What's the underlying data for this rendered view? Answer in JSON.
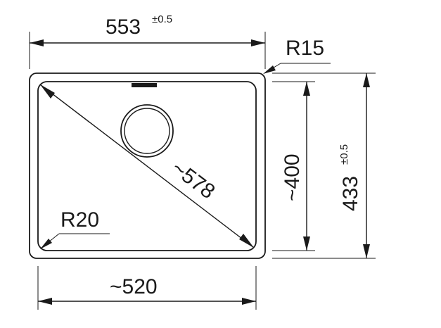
{
  "colors": {
    "line": "#1a1a1a",
    "background": "#ffffff"
  },
  "dimensions": {
    "outer_width": {
      "value": "553",
      "tolerance": "±0.5"
    },
    "outer_height": {
      "value": "433",
      "tolerance": "±0.5"
    },
    "inner_width": {
      "label": "~520"
    },
    "inner_height": {
      "label": "~400"
    },
    "diagonal": {
      "label": "~578"
    },
    "outer_radius": {
      "label": "R15"
    },
    "inner_radius": {
      "label": "R20"
    }
  }
}
